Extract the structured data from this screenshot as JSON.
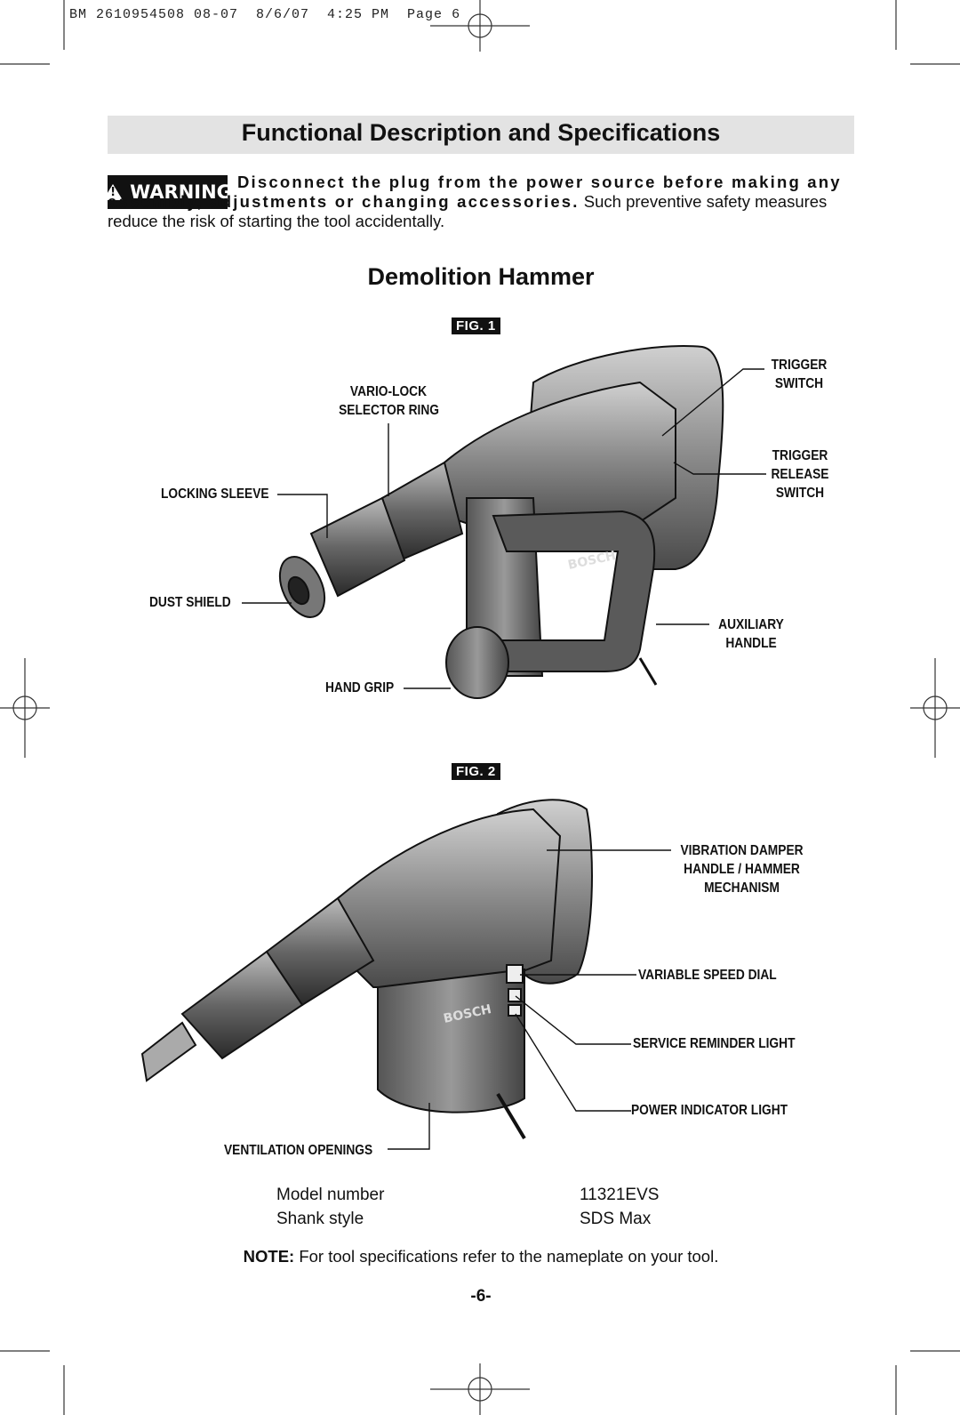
{
  "slug_line": "BM 2610954508 08-07  8/6/07  4:25 PM  Page 6",
  "section_title": "Functional Description and Specifications",
  "warning": {
    "badge": "WARNING",
    "bold_text": "Disconnect the plug from the power source before making any assembly, adjustments or changing accessories.",
    "body_text": "Such preventive safety measures reduce the risk of starting the tool accidentally."
  },
  "product_title": "Demolition Hammer",
  "figure1": {
    "label": "FIG. 1",
    "callouts": {
      "trigger_switch": [
        "TRIGGER",
        "SWITCH"
      ],
      "vario_lock": [
        "VARIO-LOCK",
        "SELECTOR RING"
      ],
      "trigger_release": [
        "TRIGGER",
        "RELEASE",
        "SWITCH"
      ],
      "locking_sleeve": "LOCKING SLEEVE",
      "dust_shield": "DUST SHIELD",
      "auxiliary_handle": [
        "AUXILIARY",
        "HANDLE"
      ],
      "hand_grip": "HAND GRIP"
    },
    "brand_mark": "BOSCH"
  },
  "figure2": {
    "label": "FIG. 2",
    "callouts": {
      "vibration_damper": [
        "VIBRATION DAMPER",
        "HANDLE / HAMMER",
        "MECHANISM"
      ],
      "variable_speed_dial": "VARIABLE SPEED DIAL",
      "service_reminder_light": "SERVICE REMINDER LIGHT",
      "power_indicator_light": "POWER INDICATOR LIGHT",
      "ventilation_openings": "VENTILATION OPENINGS"
    },
    "brand_mark": "BOSCH"
  },
  "specs": [
    {
      "name": "Model number",
      "value": "11321EVS"
    },
    {
      "name": "Shank style",
      "value": "SDS Max"
    }
  ],
  "note": {
    "label": "NOTE:",
    "text": "For tool specifications refer to the nameplate on your tool."
  },
  "page_number": "-6-"
}
